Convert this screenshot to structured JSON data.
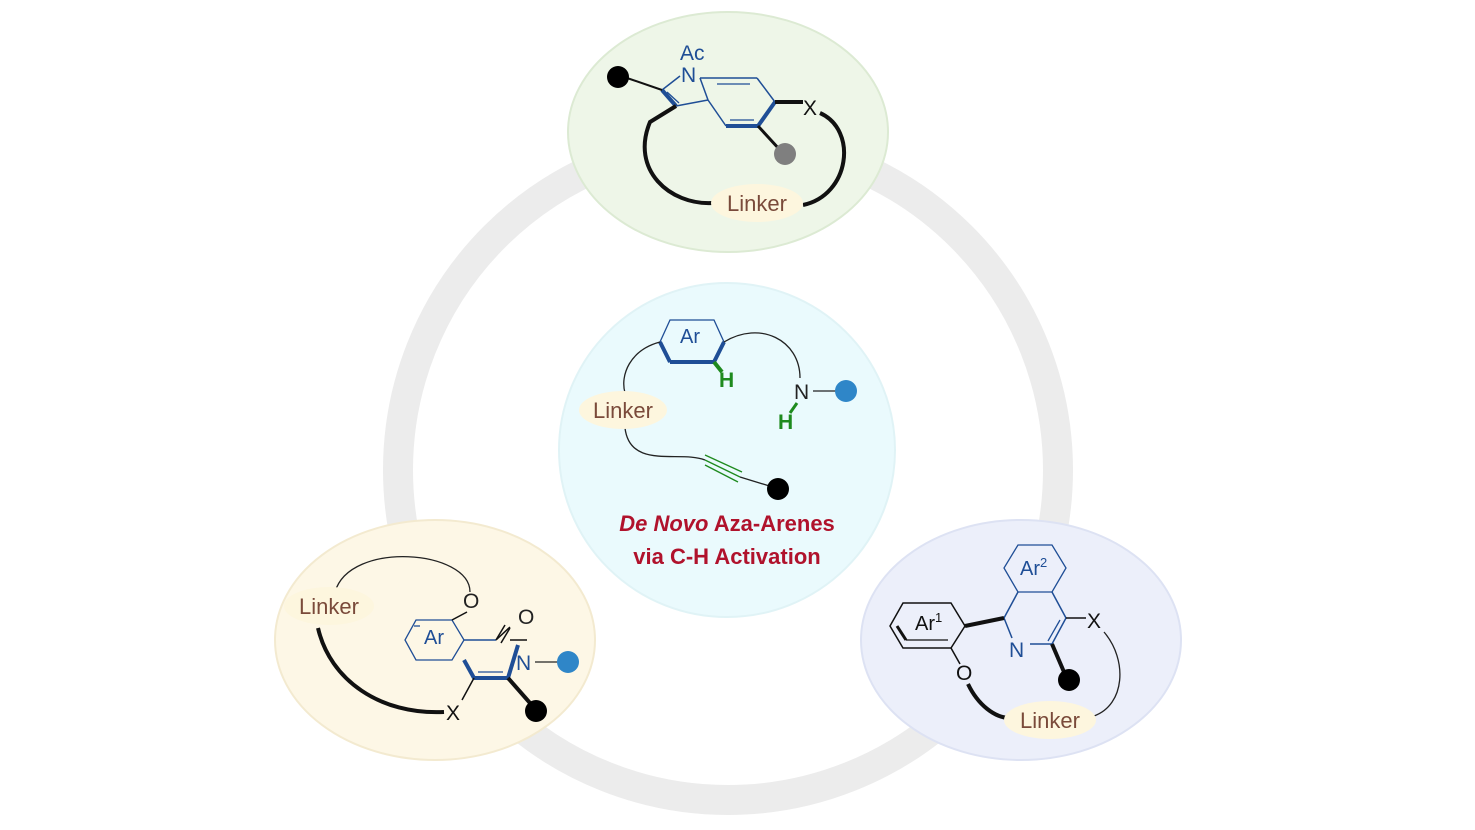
{
  "title_line1_italic": "De Novo",
  "title_line1_rest": "Aza-Arenes",
  "title_line2": "via C-H Activation",
  "linker": "Linker",
  "center": {
    "ring": "Ar",
    "h1": "H",
    "n": "N",
    "h2": "H"
  },
  "top": {
    "ac": "Ac",
    "n": "N",
    "x": "X"
  },
  "left": {
    "ring": "Ar",
    "o_ether": "O",
    "o_carbonyl": "O",
    "n": "N",
    "x": "X"
  },
  "right": {
    "ar1": "Ar",
    "ar1_sup": "1",
    "ar2": "Ar",
    "ar2_sup": "2",
    "n": "N",
    "o": "O",
    "x": "X"
  },
  "colors": {
    "blue_bond": "#1f4e96",
    "green_h": "#1e8a1e",
    "title_red": "#b0122c",
    "linker_text": "#7a4a3a",
    "blue_dot": "#2f86c8",
    "gray_dot": "#7f7f7f"
  }
}
